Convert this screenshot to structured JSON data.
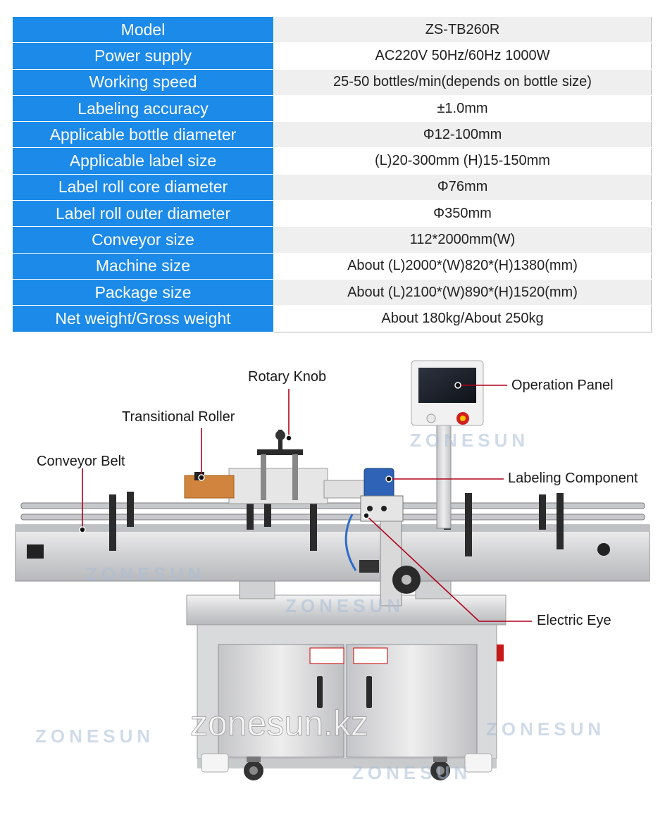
{
  "specs": [
    {
      "label": "Model",
      "value": "ZS-TB260R"
    },
    {
      "label": "Power supply",
      "value": "AC220V 50Hz/60Hz 1000W"
    },
    {
      "label": "Working speed",
      "value": "25-50 bottles/min(depends on bottle size)"
    },
    {
      "label": "Labeling accuracy",
      "value": "±1.0mm"
    },
    {
      "label": "Applicable bottle diameter",
      "value": "Φ12-100mm"
    },
    {
      "label": "Applicable label size",
      "value": "(L)20-300mm (H)15-150mm"
    },
    {
      "label": "Label roll core diameter",
      "value": "Φ76mm"
    },
    {
      "label": "Label roll outer diameter",
      "value": "Φ350mm"
    },
    {
      "label": "Conveyor size",
      "value": "112*2000mm(W)"
    },
    {
      "label": "Machine size",
      "value": "About (L)2000*(W)820*(H)1380(mm)"
    },
    {
      "label": "Package size",
      "value": "About (L)2100*(W)890*(H)1520(mm)"
    },
    {
      "label": "Net weight/Gross weight",
      "value": "About 180kg/About 250kg"
    }
  ],
  "callouts": {
    "rotary_knob": "Rotary Knob",
    "transitional_roller": "Transitional Roller",
    "conveyor_belt": "Conveyor Belt",
    "operation_panel": "Operation Panel",
    "labeling_component": "Labeling Component",
    "electric_eye": "Electric Eye"
  },
  "watermarks": {
    "brand": "ZONESUN",
    "site": "zonesun.kz"
  },
  "colors": {
    "header_blue": "#1b8ae8",
    "row_alt": "#efefef",
    "callout_line": "#b0001a",
    "steel": "#d6d7d9"
  }
}
